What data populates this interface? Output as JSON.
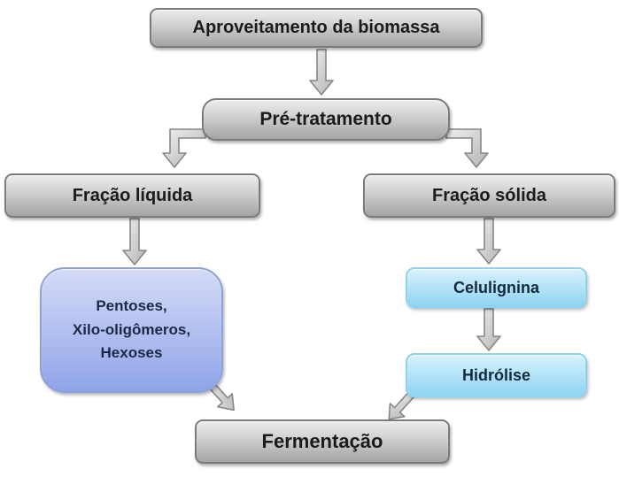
{
  "diagram": {
    "title": "Aproveitamento da biomassa - fluxograma",
    "background_color": "#ffffff",
    "colors": {
      "gray_box_top": "#ececec",
      "gray_box_bottom": "#a5a5a5",
      "gray_box_border": "#7b7b7b",
      "blue_box_top": "#d4dbf7",
      "blue_box_bottom": "#8fa4e8",
      "blue_box_border": "#8fa0d4",
      "cyan_box_top": "#d9f2fc",
      "cyan_box_bottom": "#8fd4f2",
      "cyan_box_border": "#8ed2f0",
      "arrow_fill": "#d8d8d8",
      "arrow_stroke": "#878787",
      "text_dark": "#1b1b1b",
      "text_navy": "#1c2944"
    },
    "nodes": {
      "biomassa": {
        "label": "Aproveitamento da biomassa"
      },
      "pretratamento": {
        "label": "Pré-tratamento"
      },
      "fracao_liquida": {
        "label": "Fração líquida"
      },
      "fracao_solida": {
        "label": "Fração sólida"
      },
      "pentoses": {
        "lines": [
          "Pentoses,",
          "Xilo-oligômeros,",
          "Hexoses"
        ]
      },
      "celulignina": {
        "label": "Celulignina"
      },
      "hidrolise": {
        "label": "Hidrólise"
      },
      "fermentacao": {
        "label": "Fermentação"
      }
    },
    "edges": [
      "biomassa -> pretratamento",
      "pretratamento -> fracao_liquida",
      "pretratamento -> fracao_solida",
      "fracao_liquida -> pentoses",
      "fracao_solida -> celulignina",
      "celulignina -> hidrolise",
      "pentoses -> fermentacao",
      "hidrolise -> fermentacao"
    ]
  }
}
